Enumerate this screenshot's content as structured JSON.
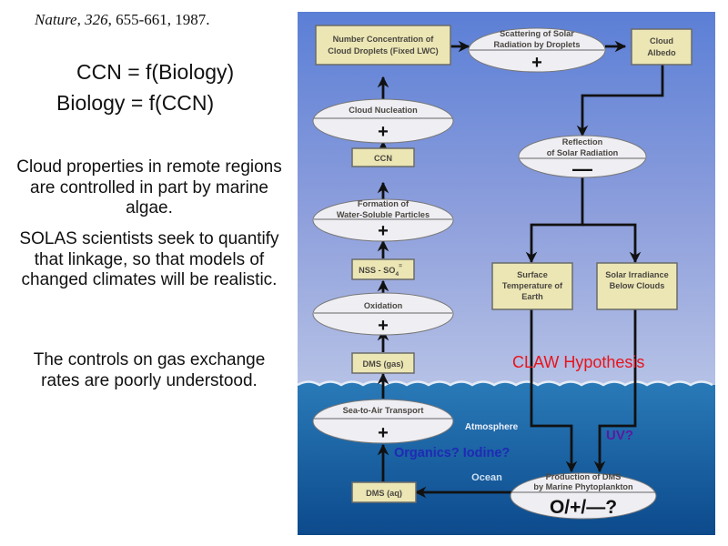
{
  "left_panel": {
    "citation": {
      "journal": "Nature",
      "sep1": ", ",
      "volume": "326",
      "rest": ", 655-661, 1987."
    },
    "equations": [
      "CCN = f(Biology)",
      "Biology = f(CCN)"
    ],
    "paragraphs": [
      "Cloud properties in remote regions are controlled in part by marine algae.",
      "SOLAS scientists seek to quantify that linkage, so that models of changed climates will be realistic.",
      "The controls on gas exchange rates are poorly understood."
    ]
  },
  "diagram": {
    "colors": {
      "sky_top": "#5b7fd6",
      "sky_bottom": "#c9d2ea",
      "ocean_top": "#2a7ab8",
      "ocean_bottom": "#0c4a8c",
      "box_fill": "#ebe6b4",
      "ellipse_fill": "#eeeef3",
      "annotation_red": "#e8141c",
      "annotation_blue": "#1f2ab5",
      "annotation_purple": "#5a1aa0"
    },
    "boxes": {
      "number_concentration": [
        "Number Concentration of",
        "Cloud Droplets (Fixed LWC)"
      ],
      "cloud_albedo": [
        "Cloud",
        "Albedo"
      ],
      "ccn": "CCN",
      "nss_so4": {
        "base": "NSS - SO",
        "sub": "4",
        "sup": "="
      },
      "dms_gas": "DMS (gas)",
      "dms_aq": "DMS (aq)",
      "surface_temperature": [
        "Surface",
        "Temperature of",
        "Earth"
      ],
      "solar_irradiance": [
        "Solar Irradiance",
        "Below Clouds"
      ]
    },
    "ellipses": {
      "scattering": {
        "lines": [
          "Scattering of Solar",
          "Radiation by Droplets"
        ],
        "sign": "+"
      },
      "cloud_nucleation": {
        "lines": [
          "Cloud Nucleation"
        ],
        "sign": "+"
      },
      "reflection": {
        "lines": [
          "Reflection",
          "of Solar Radiation"
        ],
        "sign": "—"
      },
      "formation": {
        "lines": [
          "Formation of",
          "Water-Soluble Particles"
        ],
        "sign": "+"
      },
      "oxidation": {
        "lines": [
          "Oxidation"
        ],
        "sign": "+"
      },
      "sea_to_air": {
        "lines": [
          "Sea-to-Air Transport"
        ],
        "sign": "+"
      },
      "production_dms": {
        "lines": [
          "Production of DMS",
          "by Marine Phytoplankton"
        ],
        "sign": "O/+/—?"
      }
    },
    "labels": {
      "atmosphere": "Atmosphere",
      "ocean": "Ocean"
    },
    "annotations": {
      "claw": "CLAW Hypothesis",
      "uv": "UV?",
      "organics": "Organics? Iodine?"
    }
  }
}
